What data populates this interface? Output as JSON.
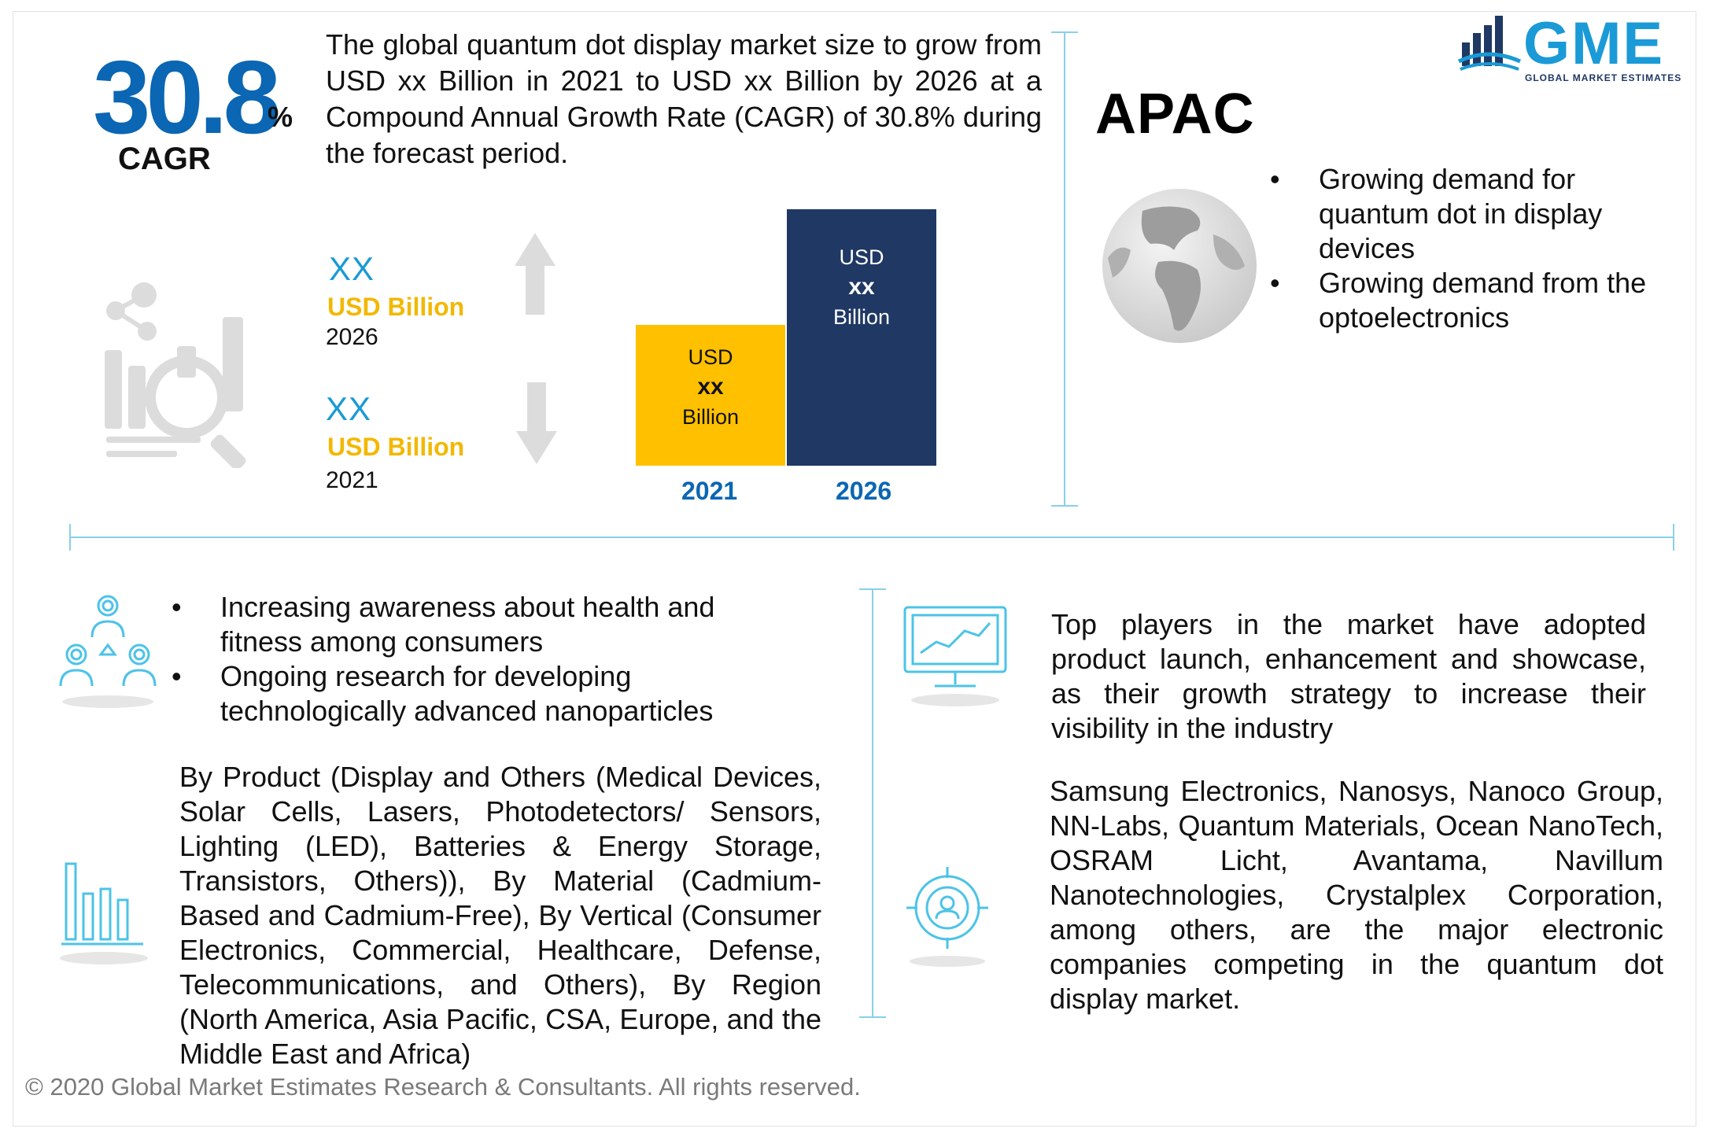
{
  "cagr": {
    "value": "30.8",
    "percent": "%",
    "label": "CAGR"
  },
  "intro_text": "The global quantum dot display market size to grow from USD xx Billion in 2021 to USD xx Billion by 2026 at a Compound Annual Growth Rate (CAGR) of 30.8% during the forecast period.",
  "values": {
    "v2026": {
      "amount": "XX",
      "unit": "USD Billion",
      "year": "2026"
    },
    "v2021": {
      "amount": "XX",
      "unit": "USD Billion",
      "year": "2021"
    }
  },
  "chart_data": {
    "type": "bar",
    "categories": [
      "2021",
      "2026"
    ],
    "bars": [
      {
        "top": "USD",
        "mid": "xx",
        "bottom": "Billion",
        "color": "#ffc000",
        "relative_height": 0.55
      },
      {
        "top": "USD",
        "mid": "xx",
        "bottom": "Billion",
        "color": "#1f3864",
        "relative_height": 1.0
      }
    ]
  },
  "logo": {
    "mark": "GME",
    "subtitle": "GLOBAL MARKET ESTIMATES"
  },
  "region": {
    "title": "APAC",
    "bullets": [
      "Growing demand for quantum dot in display devices",
      "Growing demand from the optoelectronics"
    ]
  },
  "drivers": {
    "bullets": [
      "Increasing awareness about health and fitness among consumers",
      "Ongoing research for developing technologically advanced nanoparticles"
    ]
  },
  "segmentation_text": "By Product (Display and Others (Medical Devices, Solar Cells, Lasers, Photodetectors/ Sensors, Lighting (LED), Batteries & Energy Storage, Transistors, Others)), By Material (Cadmium-Based and Cadmium-Free), By Vertical (Consumer Electronics, Commercial, Healthcare, Defense, Telecommunications, and Others), By Region (North America, Asia Pacific, CSA, Europe, and the Middle East and Africa)",
  "strategy_text": "Top players in the market have adopted product launch, enhancement and showcase, as their growth strategy to increase their visibility in the industry",
  "players_text": "Samsung Electronics, Nanosys, Nanoco Group, NN-Labs, Quantum Materials, Ocean NanoTech, OSRAM Licht, Avantama, Navillum Nanotechnologies, Crystalplex Corporation, among others, are the major electronic companies competing in the quantum dot display market.",
  "bullet_char": "•",
  "footer": "© 2020 Global Market Estimates Research & Consultants. All rights reserved.",
  "colors": {
    "accent_blue": "#0b66b3",
    "light_blue": "#1a9ad6",
    "gold": "#f2b800",
    "navy": "#1f3864",
    "yellow": "#ffc000",
    "line": "#88d0ea"
  }
}
